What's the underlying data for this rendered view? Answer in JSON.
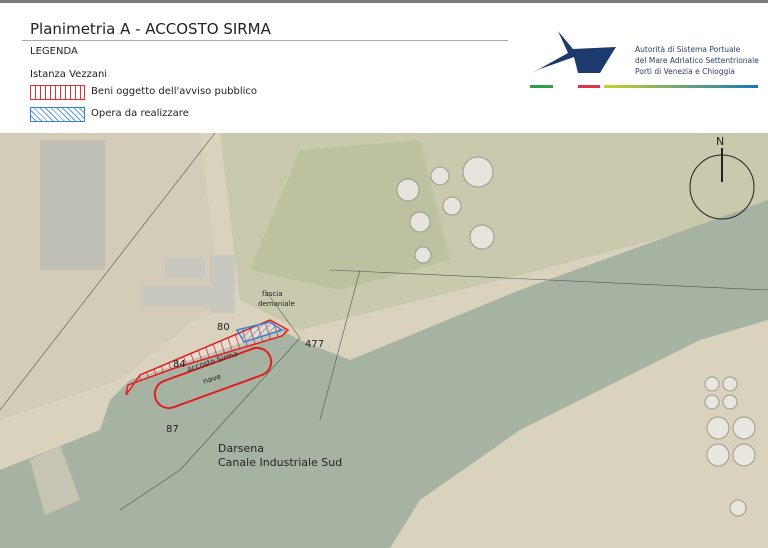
{
  "header": {
    "title": "Planimetria A - ACCOSTO SIRMA",
    "legend_heading": "LEGENDA",
    "legend_group": "Istanza Vezzani",
    "legend_items": [
      {
        "label": "Beni oggetto dell'avviso pubblico",
        "color": "#dd3333"
      },
      {
        "label": "Opera da realizzare",
        "color": "#3a7fd0"
      }
    ],
    "logo": {
      "line1": "Autorità di Sistema Portuale",
      "line2": "del Mare Adriatico Settentrionale",
      "line3": "Porti di Venezia e Chioggia"
    }
  },
  "map": {
    "north_label": "N",
    "labels": {
      "fascia": "fascia",
      "demaniale": "demaniale",
      "p80": "80",
      "p84": "84",
      "p87": "87",
      "p477": "477",
      "accosto": "accosto Sirma",
      "nave": "nave",
      "darsena1": "Darsena",
      "darsena2": "Canale Industriale Sud"
    }
  }
}
